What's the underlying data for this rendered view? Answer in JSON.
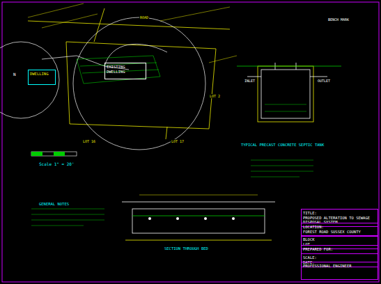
{
  "diagram": {
    "nodes": [
      {
        "text": [
          "DWELLING"
        ]
      },
      {
        "text": [
          "EXISTING DWELLING"
        ]
      },
      {
        "text": [
          "TITLE:",
          "PROPOSED ALTERATION TO SEWAGE DISPOSAL SYSTEM"
        ]
      },
      {
        "text": [
          "LOCATION:",
          "FOREST ROAD SUSSEX COUNTY"
        ]
      },
      {
        "text": [
          "BLOCK",
          "LOT"
        ]
      },
      {
        "text": [
          "PREPARED FOR:"
        ]
      },
      {
        "text": [
          "SCALE:",
          "DATE:"
        ]
      },
      {
        "text": [
          "PROFESSIONAL ENGINEER"
        ]
      }
    ],
    "labels": [
      "Scale 1\" = 20'",
      "TYPICAL PRECAST CONCRETE SEPTIC TANK",
      "SECTION THROUGH BED",
      "LOT 16",
      "LOT 17",
      "LOT 2",
      "ROAD",
      "INLET",
      "OUTLET",
      "BENCH MARK",
      "N",
      "GENERAL NOTES"
    ]
  }
}
